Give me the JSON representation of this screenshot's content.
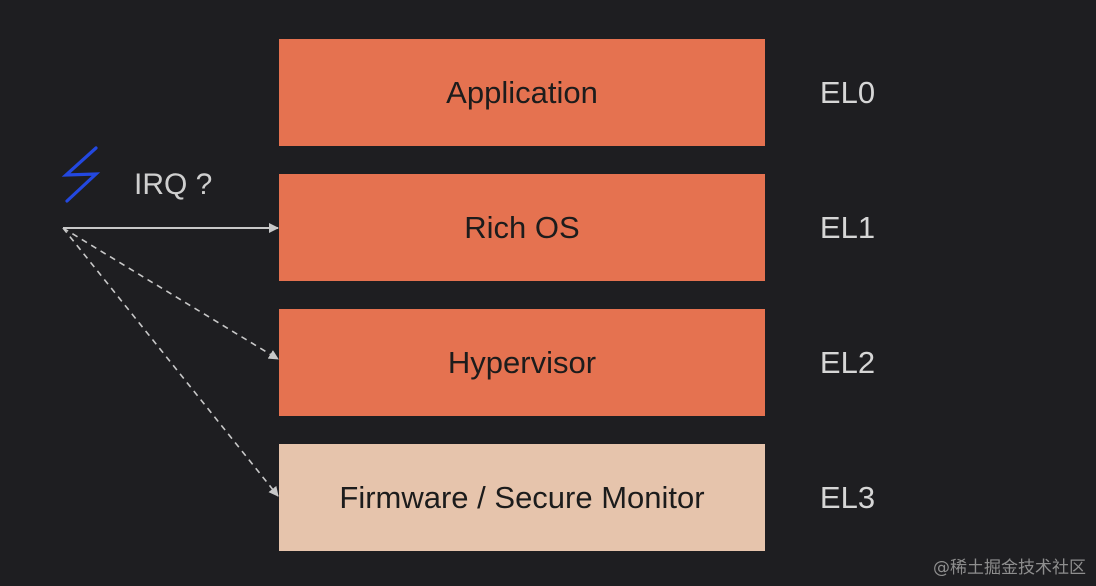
{
  "layers": [
    {
      "name": "Application",
      "level": "EL0"
    },
    {
      "name": "Rich OS",
      "level": "EL1"
    },
    {
      "name": "Hypervisor",
      "level": "EL2"
    },
    {
      "name": "Firmware / Secure Monitor",
      "level": "EL3"
    }
  ],
  "irq": {
    "label": "IRQ ?",
    "icon": "lightning-bolt-icon"
  },
  "watermark": "@稀土掘金技术社区",
  "colors": {
    "background": "#1e1e21",
    "layer_active": "#e57250",
    "layer_secure": "#e6c4ac",
    "arrow": "#c8c8c8",
    "bolt": "#2348e0"
  }
}
